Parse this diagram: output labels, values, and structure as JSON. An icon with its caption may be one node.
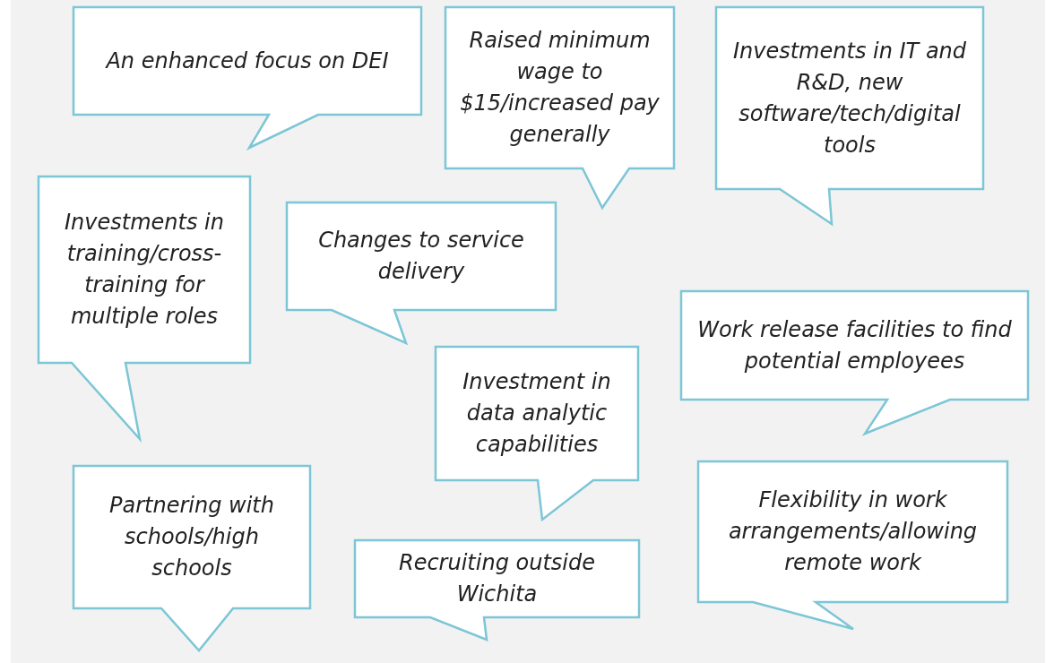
{
  "diagram": {
    "nodes": [
      {
        "text": [
          "An enhanced focus on DEI"
        ]
      },
      {
        "text": [
          "Raised minimum wage to $15/increased pay generally"
        ]
      },
      {
        "text": [
          "Investments in IT and R&D, new software/tech/digital tools"
        ]
      },
      {
        "text": [
          "Investments in training/cross-training for multiple roles"
        ]
      },
      {
        "text": [
          "Changes to service delivery"
        ]
      },
      {
        "text": [
          "Investment in data analytic capabilities"
        ]
      },
      {
        "text": [
          "Work release facilities to find potential employees"
        ]
      },
      {
        "text": [
          "Partnering with schools/high schools"
        ]
      },
      {
        "text": [
          "Recruiting outside Wichita"
        ]
      },
      {
        "text": [
          "Flexibility in work arrangements/allowing remote work"
        ]
      }
    ]
  }
}
